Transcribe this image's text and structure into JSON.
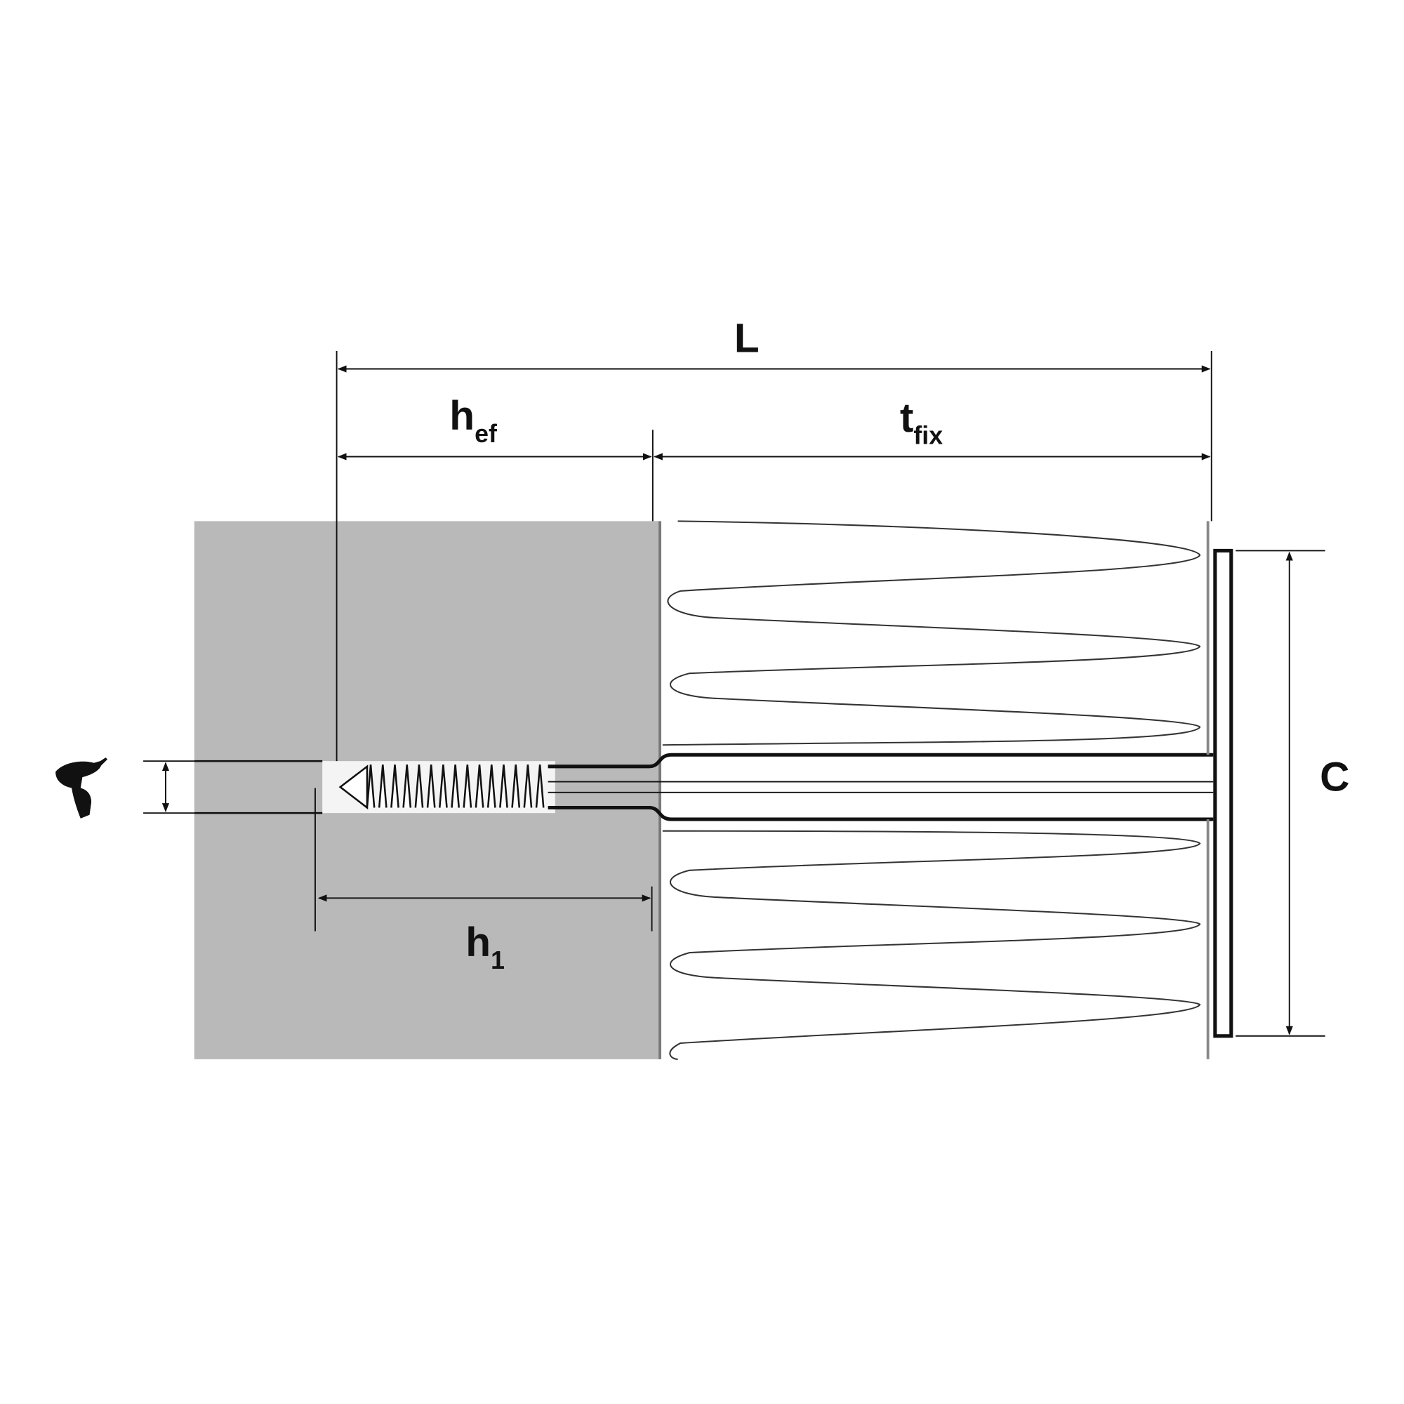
{
  "diagram": {
    "labels": {
      "L": "L",
      "h_ef_main": "h",
      "h_ef_sub": "ef",
      "t_fix_main": "t",
      "t_fix_sub": "fix",
      "h1_main": "h",
      "h1_sub": "1",
      "C": "C"
    },
    "icons": [
      "drill-icon"
    ],
    "colors": {
      "concrete": "#b9b9b9",
      "line": "#111111",
      "background": "#ffffff"
    }
  }
}
